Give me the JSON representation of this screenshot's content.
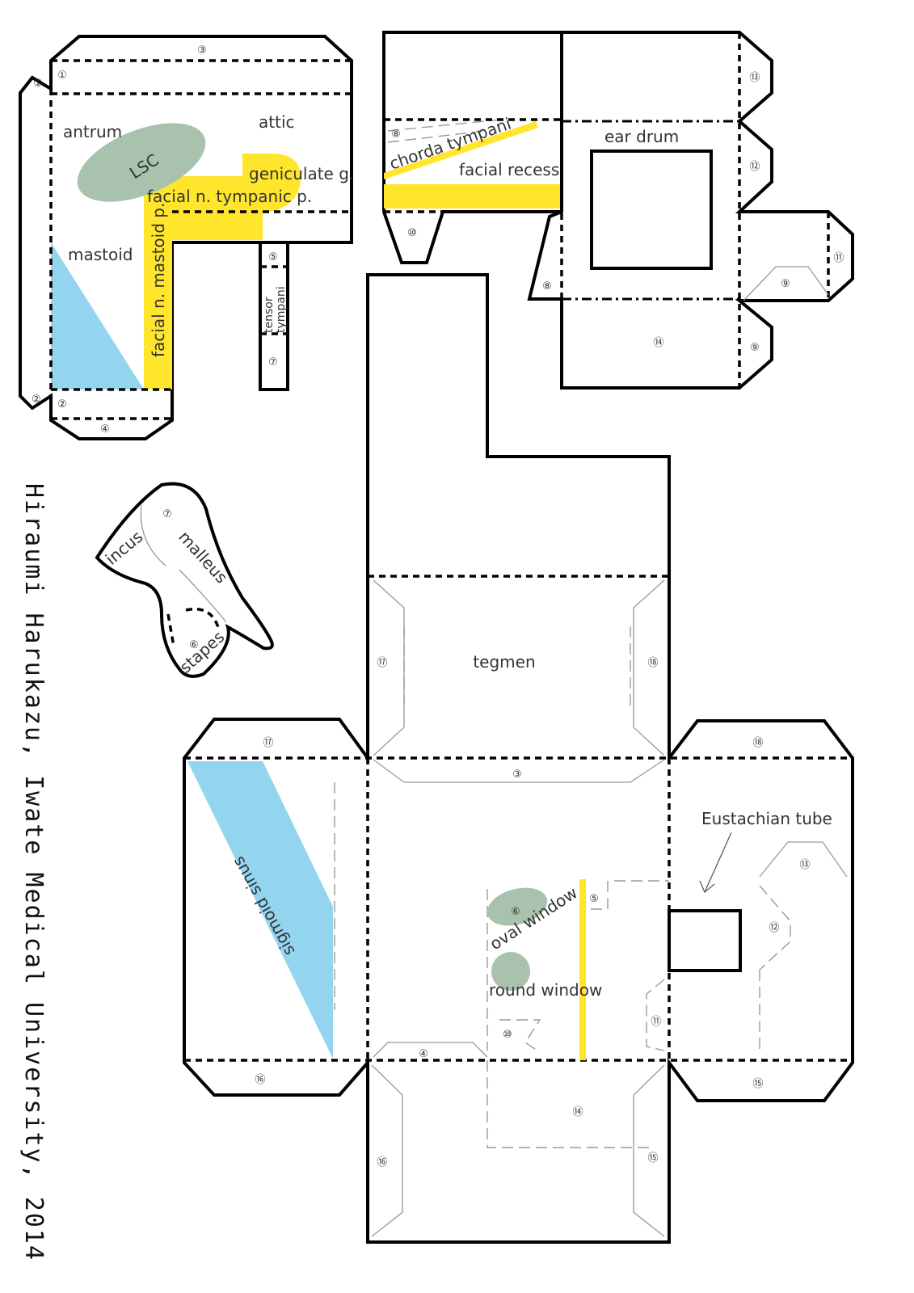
{
  "labels": {
    "antrum": "antrum",
    "attic": "attic",
    "lsc": "LSC",
    "geniculate": "geniculate g.",
    "tympanic": "facial n. tympanic p.",
    "mastoid": "mastoid",
    "mastoid_p": "facial n. mastoid p.",
    "tensor": "tensor",
    "tympani": "tympani",
    "chorda": "chorda tympani",
    "facial_recess": "facial recess",
    "ear_drum": "ear drum",
    "incus": "incus",
    "malleus": "malleus",
    "stapes": "stapes",
    "tegmen": "tegmen",
    "sigmoid": "sigmoid sinus",
    "eustachian": "Eustachian tube",
    "oval_window": "oval window",
    "round_window": "round window"
  },
  "tabs": {
    "t1": "①",
    "t2": "②",
    "t3": "③",
    "t4": "④",
    "t5": "⑤",
    "t6": "⑥",
    "t7": "⑦",
    "t8": "⑧",
    "t9": "⑨",
    "t10": "⑩",
    "t11": "⑪",
    "t12": "⑫",
    "t13": "⑬",
    "t14": "⑭",
    "t15": "⑮",
    "t16": "⑯",
    "t17": "⑰",
    "t18": "⑱"
  },
  "credit": "Hiraumi Harukazu, Iwate Medical University, 2014",
  "colors": {
    "facial_nerve": "#ffe52b",
    "sinus": "#93d4ef",
    "bone_gray": "#a8c2ae"
  }
}
